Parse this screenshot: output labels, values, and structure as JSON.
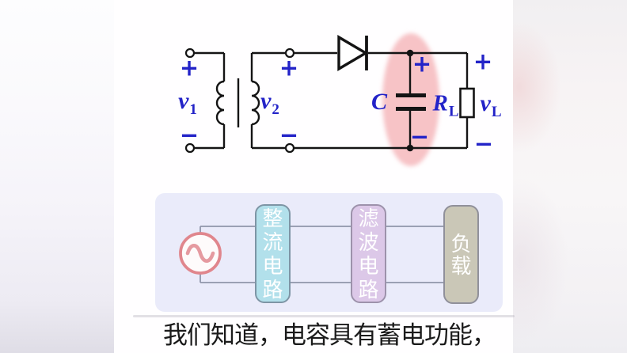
{
  "caption": {
    "text": "我们知道，电容具有蓄电功能，"
  },
  "circuit": {
    "labels": {
      "v1": {
        "base": "v",
        "sub": "1"
      },
      "v2": {
        "base": "v",
        "sub": "2"
      },
      "c": {
        "base": "C",
        "sub": ""
      },
      "rl": {
        "base": "R",
        "sub": "L"
      },
      "vl": {
        "base": "v",
        "sub": "L"
      }
    },
    "polarity": {
      "plus": "+",
      "minus": "−"
    },
    "colors": {
      "label_blue": "#2323c8",
      "wire_black": "#141414",
      "highlight_pink": "#f7c3c6"
    }
  },
  "block_diagram": {
    "colors": {
      "panel": "#eaebfa",
      "wire_gray": "#9096aa",
      "source_ring": "#e0868d"
    },
    "source": {
      "name": "ac-sine-source"
    },
    "blocks": [
      {
        "id": "rectifier",
        "label": "整流电路",
        "chars": [
          "整",
          "流",
          "电",
          "路"
        ],
        "fill": "#b2e0eb"
      },
      {
        "id": "filter",
        "label": "滤波电路",
        "chars": [
          "滤",
          "波",
          "电",
          "路"
        ],
        "fill": "#dcc8e8"
      },
      {
        "id": "load",
        "label": "负载",
        "chars": [
          "负",
          "载"
        ],
        "fill": "#cac7b7"
      }
    ]
  }
}
